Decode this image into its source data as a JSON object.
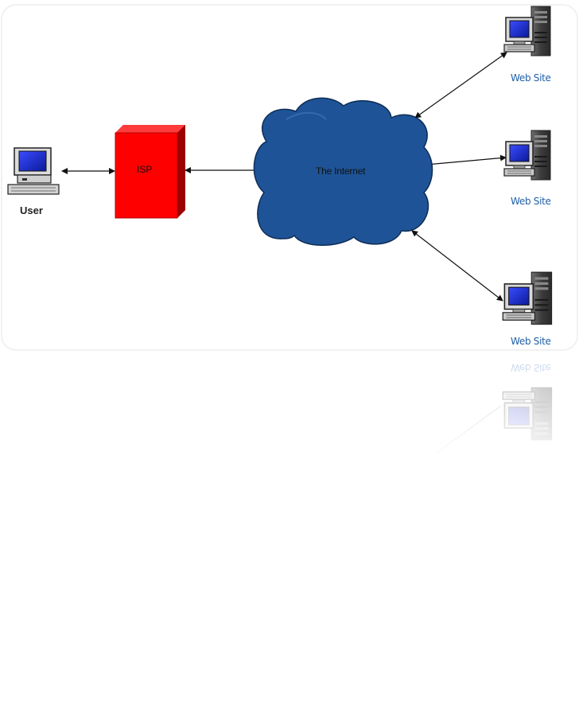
{
  "diagram": {
    "user": {
      "label": "User"
    },
    "isp": {
      "label": "ISP"
    },
    "internet": {
      "label": "The Internet"
    },
    "web_sites": [
      {
        "label": "Web Site"
      },
      {
        "label": "Web Site"
      },
      {
        "label": "Web Site"
      }
    ],
    "colors": {
      "isp_fill": "#ff0000",
      "cloud_fill": "#1e5497",
      "web_site_label": "#1f5fa8",
      "arrows": "#111111"
    },
    "icons": {
      "user": "desktop-computer-icon",
      "web_site": "server-computer-icon"
    }
  }
}
